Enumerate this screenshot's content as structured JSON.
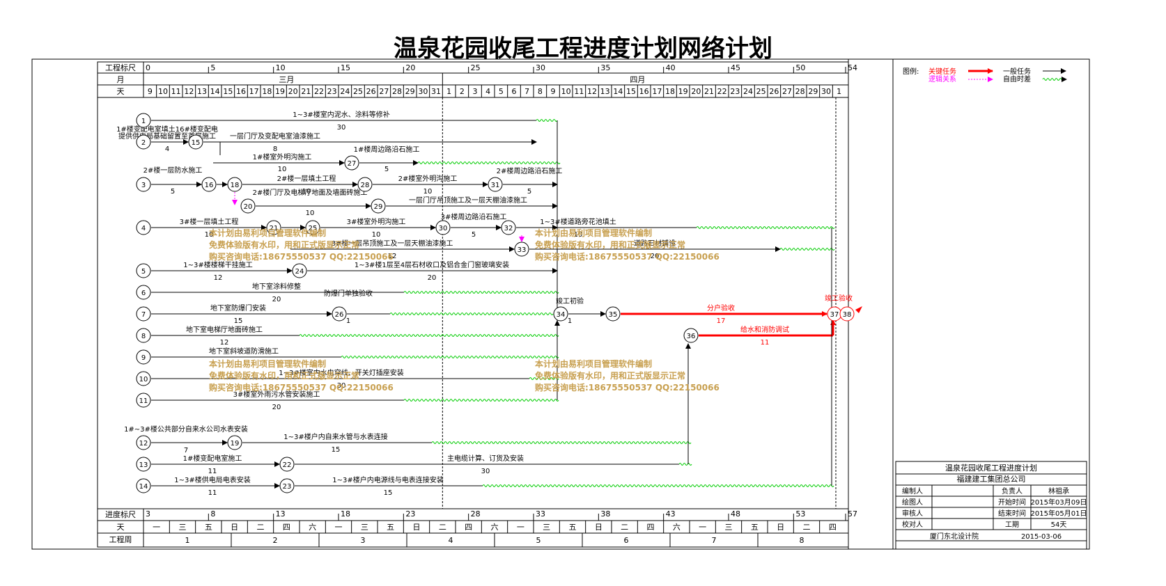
{
  "title": "温泉花园收尾工程进度计划网络计划",
  "header": {
    "row_labels": [
      "工程标尺",
      "月",
      "天"
    ],
    "ruler_ticks": [
      0,
      5,
      10,
      15,
      20,
      25,
      30,
      35,
      40,
      45,
      50,
      54
    ],
    "months": [
      "三月",
      "四月"
    ],
    "days": [
      "9",
      "10",
      "11",
      "12",
      "13",
      "14",
      "15",
      "16",
      "17",
      "18",
      "19",
      "20",
      "21",
      "22",
      "23",
      "24",
      "25",
      "26",
      "27",
      "28",
      "29",
      "30",
      "31",
      "1",
      "2",
      "3",
      "4",
      "5",
      "6",
      "7",
      "8",
      "9",
      "10",
      "11",
      "12",
      "13",
      "14",
      "15",
      "16",
      "17",
      "18",
      "19",
      "20",
      "21",
      "22",
      "23",
      "24",
      "25",
      "26",
      "27",
      "28",
      "29",
      "30",
      "1"
    ]
  },
  "footer": {
    "row_labels": [
      "进度标尺",
      "天",
      "工程周"
    ],
    "progress_ticks": [
      "3",
      "8",
      "13",
      "18",
      "23",
      "28",
      "33",
      "38",
      "43",
      "48",
      "53",
      "57"
    ],
    "weekdays": [
      "一",
      "三",
      "五",
      "日",
      "二",
      "四",
      "六",
      "一",
      "三",
      "五",
      "日",
      "二",
      "四",
      "六",
      "一",
      "三",
      "五",
      "日",
      "二",
      "四",
      "六",
      "一",
      "三",
      "五",
      "日",
      "二",
      "四"
    ],
    "weeks": [
      "1",
      "2",
      "3",
      "4",
      "5",
      "6",
      "7",
      "8"
    ]
  },
  "legend": {
    "title": "图例:",
    "critical": "关键任务",
    "general": "一般任务",
    "logic": "逻辑关系",
    "float": "自由时差",
    "critical_color": "#ff0000",
    "logic_color": "#ff00ff",
    "float_color": "#00cc00"
  },
  "title_block": {
    "plan_name": "温泉花园收尾工程进度计划",
    "company": "福建建工集团总公司",
    "rows": [
      {
        "label": "编制人",
        "value": "",
        "label2": "负责人",
        "value2": "林祖承"
      },
      {
        "label": "绘图人",
        "value": "",
        "label2": "开始时间",
        "value2": "2015年03月09日"
      },
      {
        "label": "审核人",
        "value": "",
        "label2": "结束时间",
        "value2": "2015年05月01日"
      },
      {
        "label": "校对人",
        "value": "",
        "label2": "工期",
        "value2": "54天"
      }
    ],
    "institute": "厦门东北设计院",
    "date": "2015-03-06"
  },
  "watermark": {
    "line1": "本计划由易利项目管理软件编制",
    "line2": "免费体验版有水印，用和正式版显示正常",
    "line3": "购买咨询电话:18675550537 QQ:22150066"
  },
  "network": {
    "nodes": [
      "1",
      "2",
      "3",
      "4",
      "5",
      "6",
      "7",
      "8",
      "9",
      "10",
      "11",
      "12",
      "13",
      "14",
      "15",
      "16",
      "18",
      "19",
      "20",
      "21",
      "22",
      "23",
      "24",
      "25",
      "26",
      "27",
      "28",
      "29",
      "30",
      "31",
      "32",
      "33",
      "34",
      "35",
      "36",
      "37",
      "38"
    ],
    "tasks": [
      {
        "name": "1~3#楼室内泥水、涂料等修补",
        "dur": "30"
      },
      {
        "name": "1#楼变配电室填土16#楼变配电",
        "dur": ""
      },
      {
        "name": "提供供电局基础留置至首层施工",
        "dur": "4"
      },
      {
        "name": "一层门厅及变配电室油漆施工",
        "dur": "8"
      },
      {
        "name": "1#楼周边路沿石施工",
        "dur": "5"
      },
      {
        "name": "1#楼室外明沟施工",
        "dur": "10"
      },
      {
        "name": "2#楼一层防水施工",
        "dur": "5"
      },
      {
        "name": "2#楼一层填土工程",
        "dur": "10"
      },
      {
        "name": "2#楼室外明沟施工",
        "dur": "10"
      },
      {
        "name": "2#楼周边路沿石施工",
        "dur": "5"
      },
      {
        "name": "2#楼门厅及电梯厅地面及墙面砖施工",
        "dur": "10"
      },
      {
        "name": "一层门厅吊顶施工及一层天棚油漆施工",
        "dur": ""
      },
      {
        "name": "3#楼一层填土工程",
        "dur": "10"
      },
      {
        "name": "3#楼室外明沟施工",
        "dur": "10"
      },
      {
        "name": "3#楼周边路沿石施工",
        "dur": "5"
      },
      {
        "name": "1~3#楼道路旁花池填土",
        "dur": "10"
      },
      {
        "name": "3#楼一层吊顶施工及一层天棚油漆施工",
        "dur": "12"
      },
      {
        "name": "道路石材铺设",
        "dur": "20"
      },
      {
        "name": "1~3#楼楼梯干挂施工",
        "dur": "12"
      },
      {
        "name": "1~3#楼1层至4层石材收口及铝合金门窗玻璃安装",
        "dur": "20"
      },
      {
        "name": "地下室涂料修整",
        "dur": "20"
      },
      {
        "name": "地下室防爆门安装",
        "dur": "15"
      },
      {
        "name": "防爆门单独验收",
        "dur": "1"
      },
      {
        "name": "竣工初验",
        "dur": "1"
      },
      {
        "name": "分户验收",
        "dur": "17"
      },
      {
        "name": "地下室电梯厅地面砖施工",
        "dur": "12"
      },
      {
        "name": "给水和消防调试",
        "dur": "11"
      },
      {
        "name": "地下室斜坡道防滑施工",
        "dur": "15"
      },
      {
        "name": "1~3#楼室内水电穿线、开关灯插座安装",
        "dur": "30"
      },
      {
        "name": "3#楼室外雨污水管安装施工",
        "dur": "20"
      },
      {
        "name": "1#~3#楼公共部分自来水公司水表安装",
        "dur": "7"
      },
      {
        "name": "1~3#楼户内自来水管与水表连接",
        "dur": "15"
      },
      {
        "name": "1#楼变配电室施工",
        "dur": "11"
      },
      {
        "name": "主电缆计算、订货及安装",
        "dur": "30"
      },
      {
        "name": "1~3#楼供电局电表安装",
        "dur": "11"
      },
      {
        "name": "1~3#楼户内电源线与电表连接安装",
        "dur": "15"
      },
      {
        "name": "竣工验收",
        "dur": ""
      }
    ]
  }
}
